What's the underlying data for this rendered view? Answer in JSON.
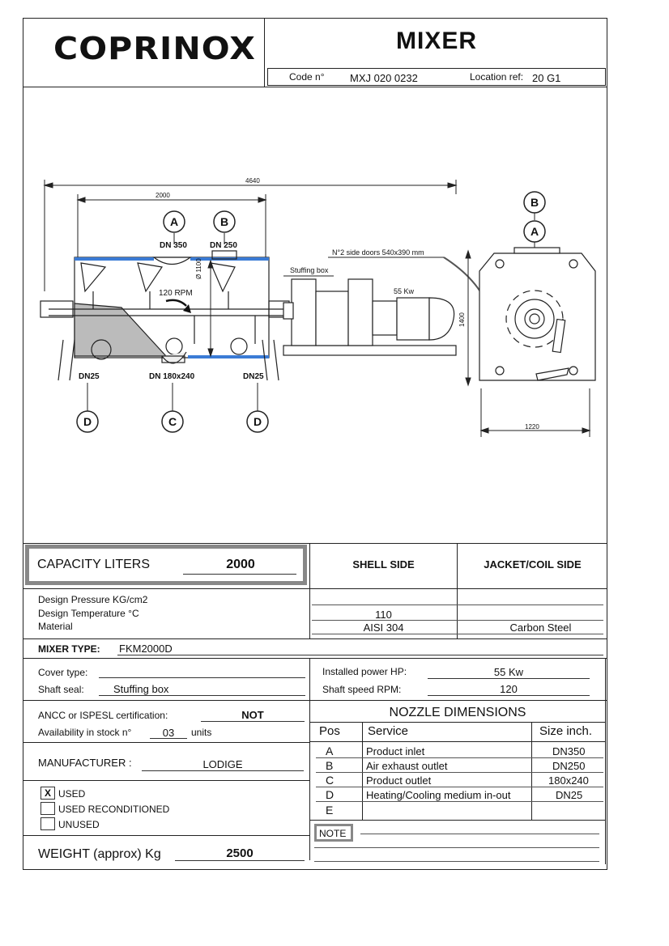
{
  "header": {
    "logo_text": "COPRINOX",
    "title": "MIXER",
    "code_label": "Code n°",
    "code_value": "MXJ 020 0232",
    "location_label": "Location ref:",
    "location_value": "20 G1"
  },
  "drawing": {
    "overall_length": "4640",
    "section_length": "2000",
    "inlet_a": "DN 350",
    "inlet_b": "DN 250",
    "side_doors": "N°2 side doors 540x390 mm",
    "stuffing_box": "Stuffing box",
    "motor_power": "55 Kw",
    "rpm": "120 RPM",
    "diameter": "Ø 1100",
    "height": "1400",
    "width": "1220",
    "outlet_d_left": "DN25",
    "outlet_c": "DN 180x240",
    "outlet_d_right": "DN25",
    "callouts": [
      "A",
      "B",
      "C",
      "D"
    ]
  },
  "capacity": {
    "label": "CAPACITY LITERS",
    "value": "2000"
  },
  "columns": {
    "shell": "SHELL SIDE",
    "jacket": "JACKET/COIL SIDE"
  },
  "design": {
    "pressure_label": "Design  Pressure  KG/cm2",
    "temperature_label": "Design  Temperature  °C",
    "material_label": "Material",
    "shell_temperature": "110",
    "shell_material": "AISI  304",
    "jacket_material": "Carbon Steel"
  },
  "mixer_type": {
    "label": "MIXER TYPE:",
    "value": "FKM2000D"
  },
  "cover": {
    "cover_label": "Cover type:",
    "seal_label": "Shaft seal:",
    "seal_value": "Stuffing box"
  },
  "power": {
    "hp_label": "Installed power HP:",
    "hp_value": "55 Kw",
    "rpm_label": "Shaft speed RPM:",
    "rpm_value": "120"
  },
  "certification": {
    "label": "ANCC  or  ISPESL certification:",
    "value": "NOT",
    "stock_label": "Availability in stock n°",
    "stock_value": "03",
    "stock_units": "units"
  },
  "manufacturer": {
    "label": "MANUFACTURER :",
    "value": "LODIGE"
  },
  "condition": {
    "used_mark": "X",
    "used": "USED",
    "reconditioned": "USED RECONDITIONED",
    "unused": "UNUSED"
  },
  "weight": {
    "label": "WEIGHT (approx) Kg",
    "value": "2500"
  },
  "nozzles": {
    "title": "NOZZLE  DIMENSIONS",
    "headers": [
      "Pos",
      "Service",
      "Size inch."
    ],
    "rows": [
      [
        "A",
        "Product inlet",
        "DN350"
      ],
      [
        "B",
        "Air exhaust outlet",
        "DN250"
      ],
      [
        "C",
        "Product outlet",
        "180x240"
      ],
      [
        "D",
        "Heating/Cooling medium in-out",
        "DN25"
      ],
      [
        "E",
        "",
        ""
      ]
    ]
  },
  "note": {
    "label": "NOTE"
  }
}
